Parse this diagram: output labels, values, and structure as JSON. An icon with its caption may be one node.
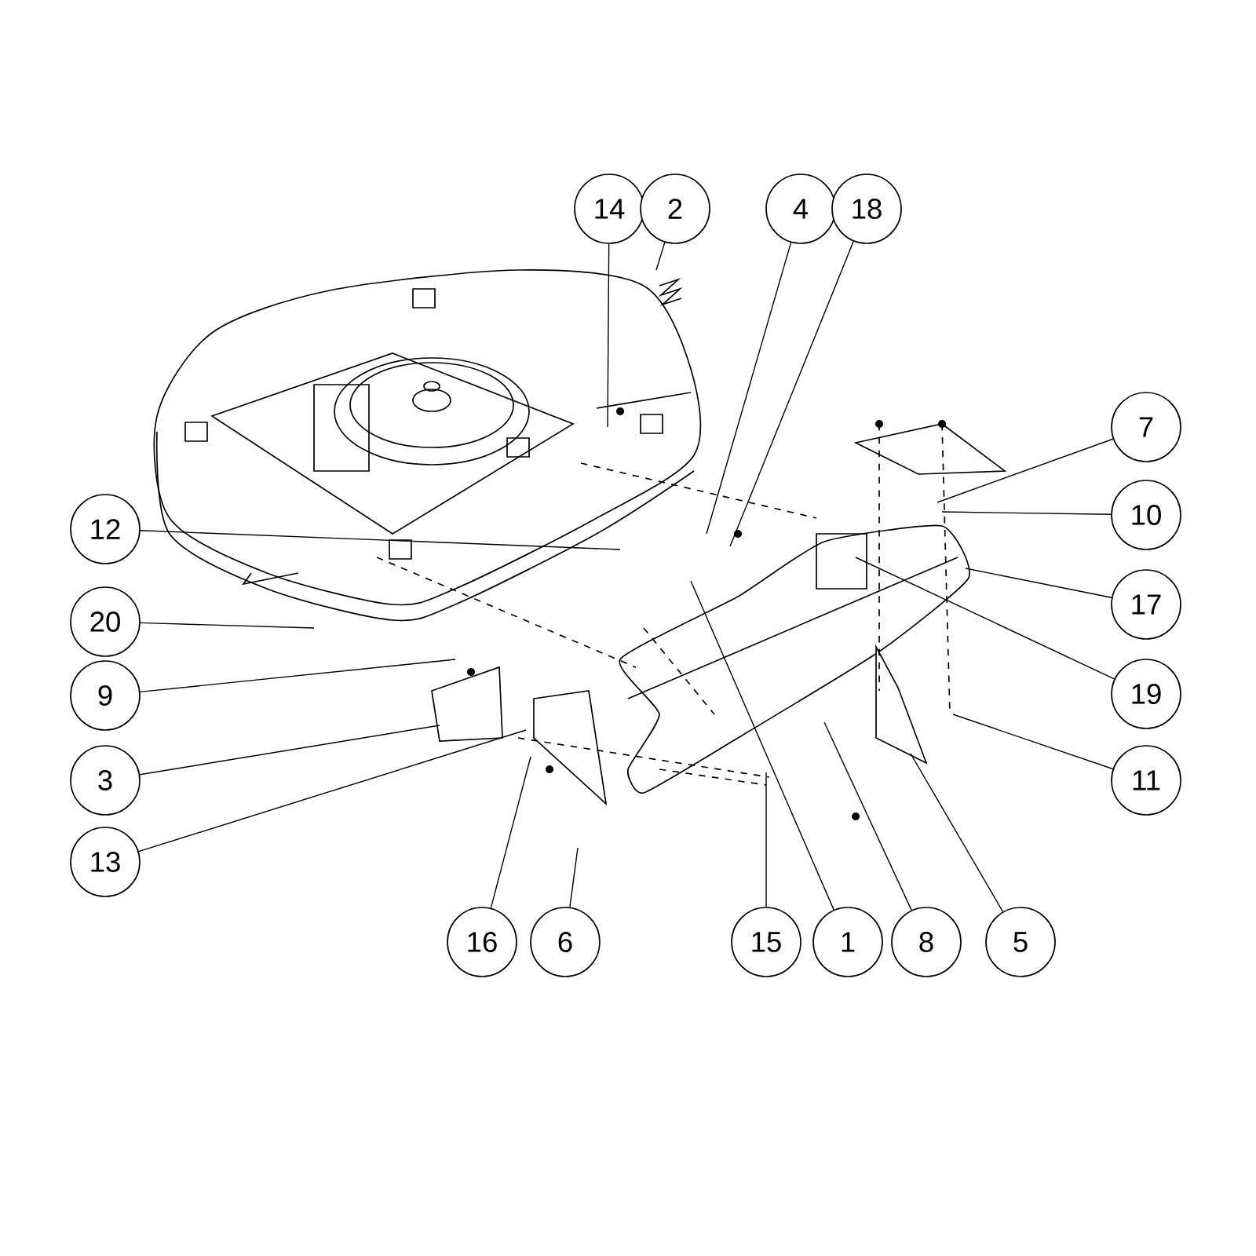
{
  "diagram": {
    "nodes": [
      {
        "text": [
          "14"
        ]
      },
      {
        "text": [
          "2"
        ]
      },
      {
        "text": [
          "4"
        ]
      },
      {
        "text": [
          "18"
        ]
      },
      {
        "text": [
          "7"
        ]
      },
      {
        "text": [
          "12"
        ]
      },
      {
        "text": [
          "10"
        ]
      },
      {
        "text": [
          "17"
        ]
      },
      {
        "text": [
          "20"
        ]
      },
      {
        "text": [
          "9"
        ]
      },
      {
        "text": [
          "19"
        ]
      },
      {
        "text": [
          "3"
        ]
      },
      {
        "text": [
          "11"
        ]
      },
      {
        "text": [
          "13"
        ]
      },
      {
        "text": [
          "16"
        ]
      },
      {
        "text": [
          "6"
        ]
      },
      {
        "text": [
          "15"
        ]
      },
      {
        "text": [
          "1"
        ]
      },
      {
        "text": [
          "8"
        ]
      },
      {
        "text": [
          "5"
        ]
      }
    ],
    "edges": [
      {
        "from": 0,
        "to": null,
        "arrow": "none"
      },
      {
        "from": 1,
        "to": null,
        "arrow": "none"
      },
      {
        "from": 2,
        "to": null,
        "arrow": "none"
      },
      {
        "from": 3,
        "to": null,
        "arrow": "none"
      },
      {
        "from": 4,
        "to": null,
        "arrow": "none"
      },
      {
        "from": 5,
        "to": null,
        "arrow": "none"
      },
      {
        "from": 6,
        "to": null,
        "arrow": "none"
      },
      {
        "from": 7,
        "to": null,
        "arrow": "none"
      },
      {
        "from": 8,
        "to": null,
        "arrow": "none"
      },
      {
        "from": 9,
        "to": null,
        "arrow": "none"
      },
      {
        "from": 10,
        "to": null,
        "arrow": "none"
      },
      {
        "from": 11,
        "to": null,
        "arrow": "none"
      },
      {
        "from": 12,
        "to": null,
        "arrow": "none"
      },
      {
        "from": 13,
        "to": null,
        "arrow": "none"
      },
      {
        "from": 14,
        "to": null,
        "arrow": "none"
      },
      {
        "from": 15,
        "to": null,
        "arrow": "none"
      },
      {
        "from": 16,
        "to": null,
        "arrow": "none"
      },
      {
        "from": 17,
        "to": null,
        "arrow": "none"
      },
      {
        "from": 18,
        "to": null,
        "arrow": "none"
      },
      {
        "from": 19,
        "to": null,
        "arrow": "none"
      }
    ]
  }
}
